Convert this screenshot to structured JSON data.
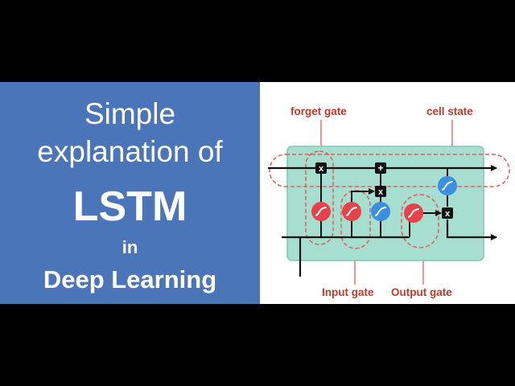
{
  "title": {
    "line1": "Simple",
    "line2": "explanation of",
    "line3": "LSTM",
    "line4": "in",
    "line5": "Deep Learning"
  },
  "diagram": {
    "labels": {
      "forget_gate": "forget gate",
      "cell_state": "cell state",
      "input_gate": "Input gate",
      "output_gate": "Output gate"
    },
    "operators": {
      "multiply": "x",
      "add": "+"
    },
    "colors": {
      "panel_bg": "#4a75b8",
      "cell_fill": "#a6dfcf",
      "cell_border": "#7fcab4",
      "label_red": "#c0392b",
      "sigmoid_red": "#e8414a",
      "tanh_blue": "#3b8fe0",
      "dashed_outline": "#e05a5a"
    },
    "icons": [
      "sigmoid-icon",
      "tanh-icon",
      "multiply-icon",
      "add-icon"
    ]
  }
}
